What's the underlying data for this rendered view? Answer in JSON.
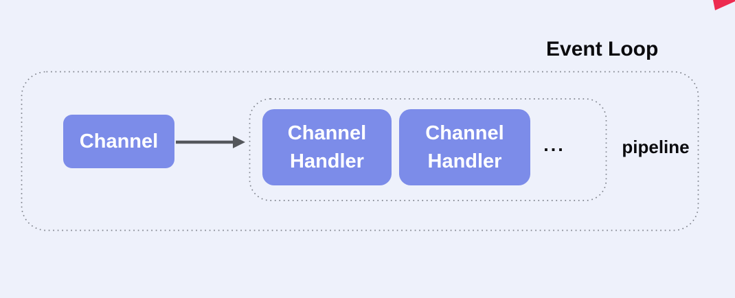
{
  "diagram": {
    "event_loop": {
      "label": "Event Loop"
    },
    "channel": {
      "label": "Channel"
    },
    "arrow": {
      "from": "channel",
      "to": "pipeline",
      "direction": "right"
    },
    "pipeline": {
      "label": "pipeline",
      "handlers": [
        {
          "label": "Channel Handler"
        },
        {
          "label": "Channel Handler"
        }
      ],
      "ellipsis": "..."
    }
  },
  "decorations": {
    "corner_accent": "red-triangle-top-right"
  },
  "colors": {
    "background": "#EEF1FB",
    "node_fill": "#7C8CE9",
    "node_text": "#FFFFFF",
    "container_border": "#7F838C",
    "heading_text": "#0B0B0E",
    "arrow": "#54575C",
    "corner_accent": "#ED2B50"
  }
}
